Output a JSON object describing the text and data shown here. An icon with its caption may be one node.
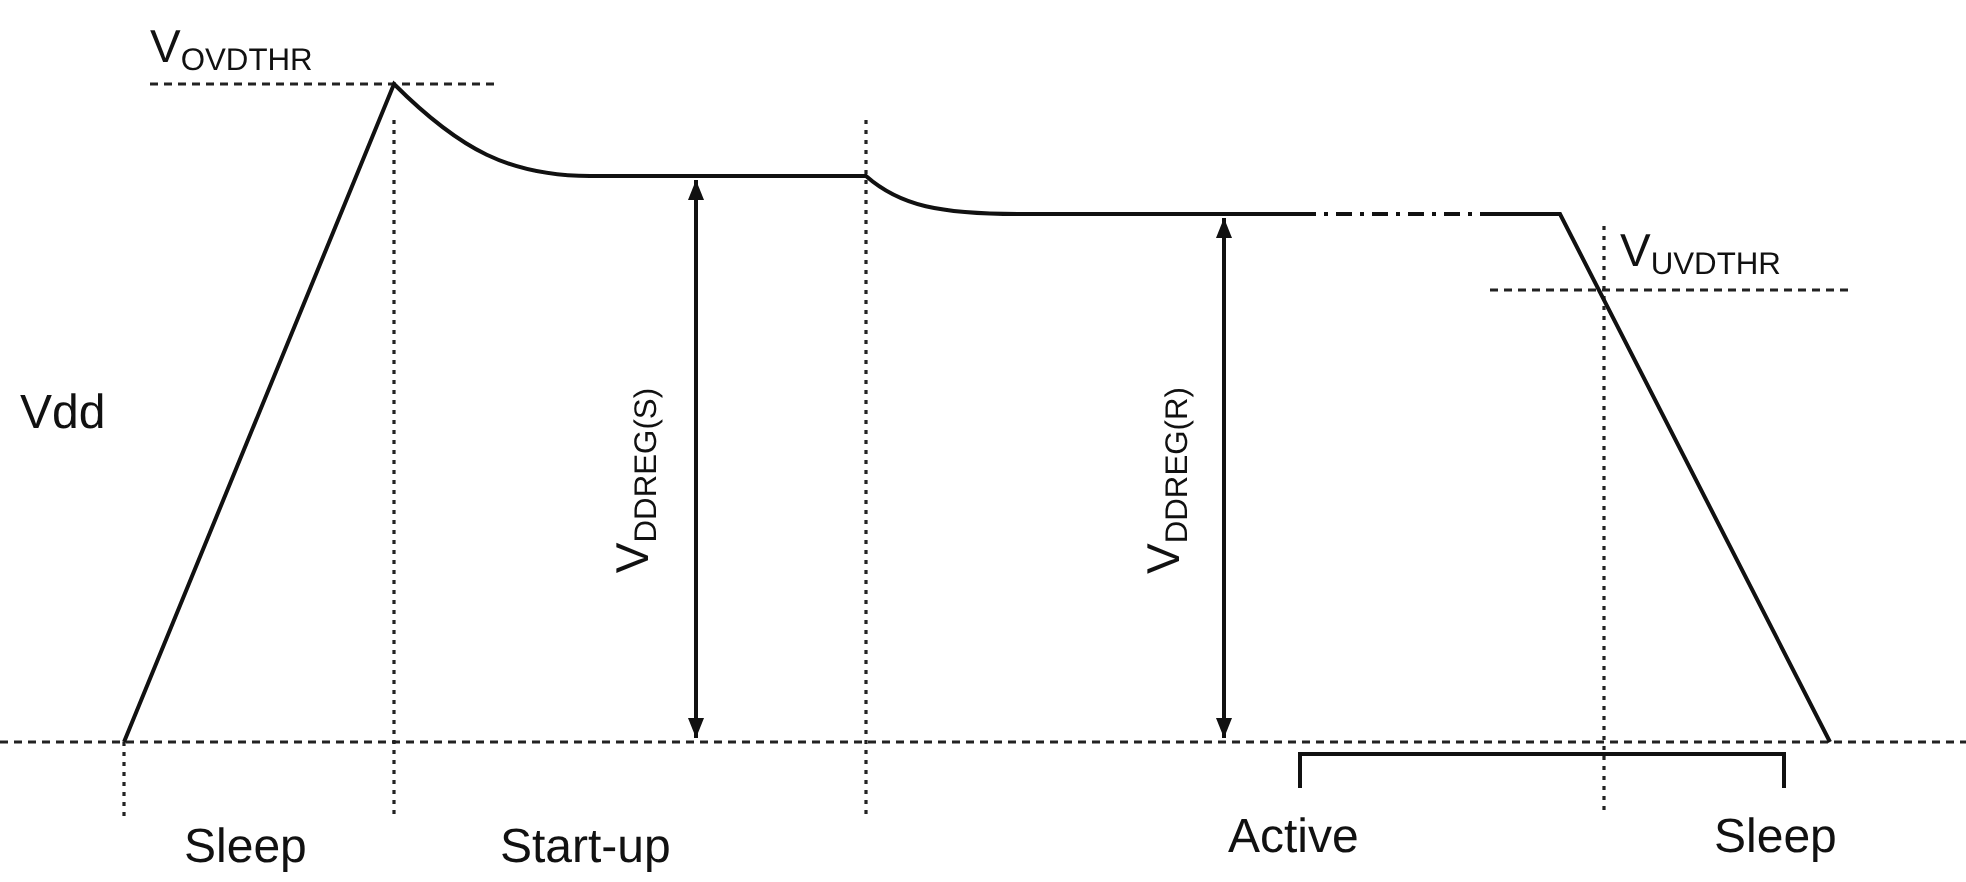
{
  "diagram": {
    "labels": [
      "V$_{OVDTHR}$",
      "V$_{UVDTHR}$",
      "Vdd",
      "V$_{DDREG(S)}$",
      "V$_{DDREG(R)}$",
      "Sleep",
      "Start-up",
      "Active",
      "Sleep"
    ]
  }
}
